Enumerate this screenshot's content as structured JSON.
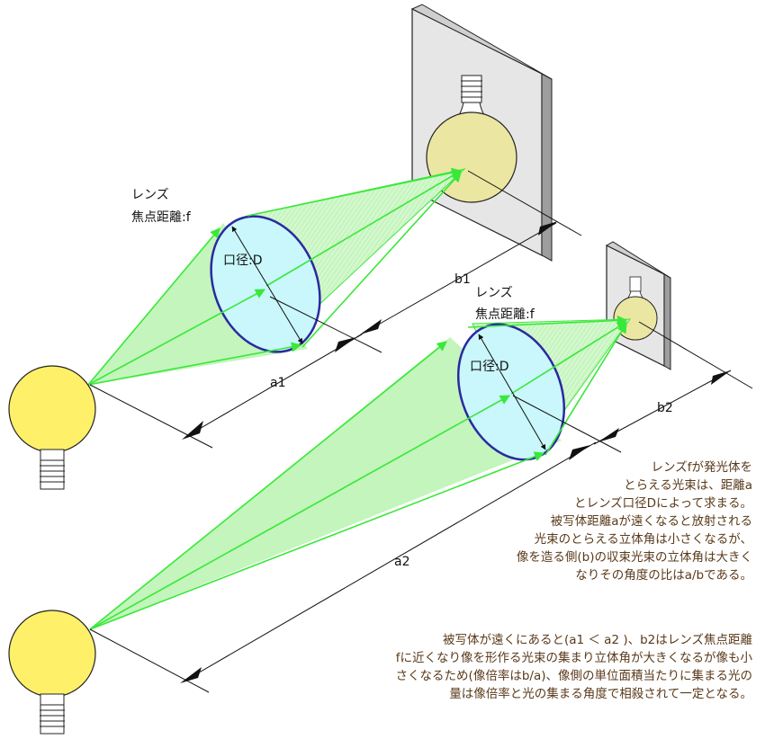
{
  "upper_setup": {
    "lens_line1": "レンズ",
    "lens_line2": "焦点距離:f",
    "aperture": "口径:D",
    "dist_a": "a1",
    "dist_b": "b1"
  },
  "lower_setup": {
    "lens_line1": "レンズ",
    "lens_line2": "焦点距離:f",
    "aperture": "口径:D",
    "dist_a": "a2",
    "dist_b": "b2"
  },
  "explanation_1": [
    "レンズfが発光体を",
    "とらえる光束は、距離a",
    "とレンズ口径Dによって求まる。",
    "被写体距離aが遠くなると放射される",
    "光束のとらえる立体角は小さくなるが、",
    "像を造る側(b)の収束光束の立体角は大きく",
    "なりその角度の比はa/bである。"
  ],
  "explanation_2": [
    "被写体が遠くにあると(a1 ＜ a2 )、b2はレンズ焦点距離",
    "fに近くなり像を形作る光束の集まり立体角が大きくなるが像も小",
    "さくなるため(像倍率はb/a)、像側の単位面積当たりに集まる光の",
    "量は像倍率と光の集まる角度で相殺されて一定となる。"
  ],
  "colors": {
    "bulb": "#fff06a",
    "image_bulb": "#ebe6a2",
    "lens_fill": "#c9f7fb",
    "lens_edge": "#2a2aa0",
    "beam": "#b8f3b0",
    "ray": "#39e839",
    "screen_face": "#e6e6e6",
    "text_note": "#5a3a1a"
  }
}
